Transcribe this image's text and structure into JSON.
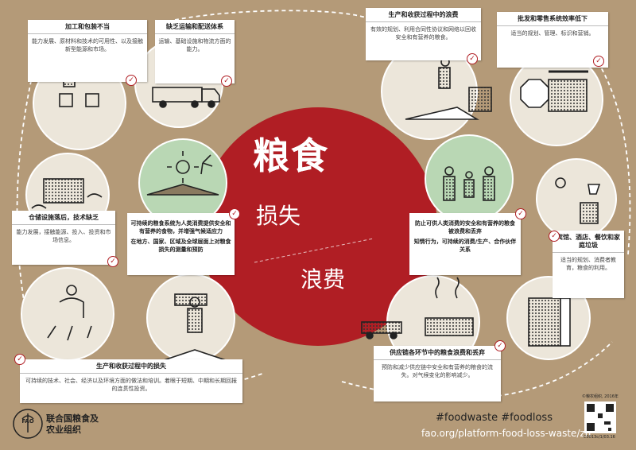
{
  "title": {
    "main": "粮食",
    "loss": "损失",
    "waste": "浪费"
  },
  "cards": {
    "packaging": {
      "title": "加工和包装不当",
      "body": "能力发展、原材料和技术的可用性、以及接触新型能源和市场。"
    },
    "transport": {
      "title": "缺乏运输和配送体系",
      "body": "运输、基础设施和物流方面的能力。"
    },
    "harvest_waste": {
      "title": "生产和收获过程中的浪费",
      "body": "有效的规划、利用合同性协议和网络以回收安全和有营养的粮食。"
    },
    "retail": {
      "title": "批发和零售系统效率低下",
      "body": "适当的规划、管理、标识和营销。"
    },
    "storage": {
      "title": "仓储设施落后，技术缺乏",
      "body": "能力发展，接触能源、投入、投资和市场信息。"
    },
    "center_left": {
      "p1": "可持续的粮食系统为人类消费提供安全和有营养的食物，并增强气候适应力",
      "p2": "在地方、国家、区域及全球层面上对粮食损失的测量和预防"
    },
    "center_right": {
      "p1": "防止可供人类消费的安全和有营养的粮食被浪费和丢弃",
      "p2": "知情行为，可持续的消费/生产、合作伙伴关系"
    },
    "hotels": {
      "title": "宾馆、酒店、餐饮和家庭垃圾",
      "body": "适当的规划、消费者教育，粮食的利用。"
    },
    "harvest_loss": {
      "title": "生产和收获过程中的损失",
      "body": "可持续的技术、社会、经济以及环境方面的做法和培训。着眼于短期、中期和长期回报的连贯性投资。"
    },
    "supply_chain": {
      "title": "供应链各环节中的粮食浪费和丢弃",
      "body": "预防和减少供应链中安全和有营养的粮食的流失。对气候变化的影响减少。"
    }
  },
  "footer": {
    "org_line1": "联合国粮食及",
    "org_line2": "农业组织",
    "fao_logo_text": "FAO",
    "hashtags": "#foodwaste #foodloss",
    "url": "fao.org/platform-food-loss-waste/zh",
    "copyright": "©粮农组织, 2016年",
    "code": "C0013c/1/03.16"
  },
  "colors": {
    "background": "#b49a78",
    "accent_red": "#b01e24",
    "circle_fill": "#ece6da",
    "green_circle": "#b9d7b4"
  },
  "icons": [
    "checkmark-icon",
    "truck-icon",
    "farmer-icon",
    "shelf-icon",
    "stop-sign-icon",
    "fridge-icon",
    "family-icon",
    "wheat-icon",
    "qr-code-icon",
    "fao-logo-icon"
  ]
}
